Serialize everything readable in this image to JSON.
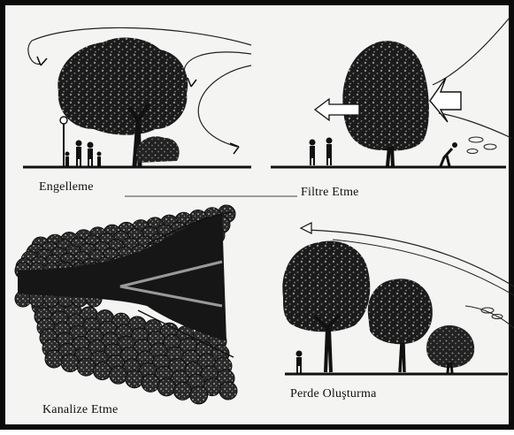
{
  "panels": [
    {
      "id": "blocking",
      "caption": "Engelleme"
    },
    {
      "id": "filtering",
      "caption": "Filtre Etme"
    },
    {
      "id": "channeling",
      "caption": "Kanalize Etme"
    },
    {
      "id": "screening",
      "caption": "Perde Oluşturma"
    }
  ],
  "colors": {
    "frame": "#0b0b0b",
    "foliage": "#1a1a1a",
    "paper": "#f4f4f2",
    "ink": "#111111"
  }
}
